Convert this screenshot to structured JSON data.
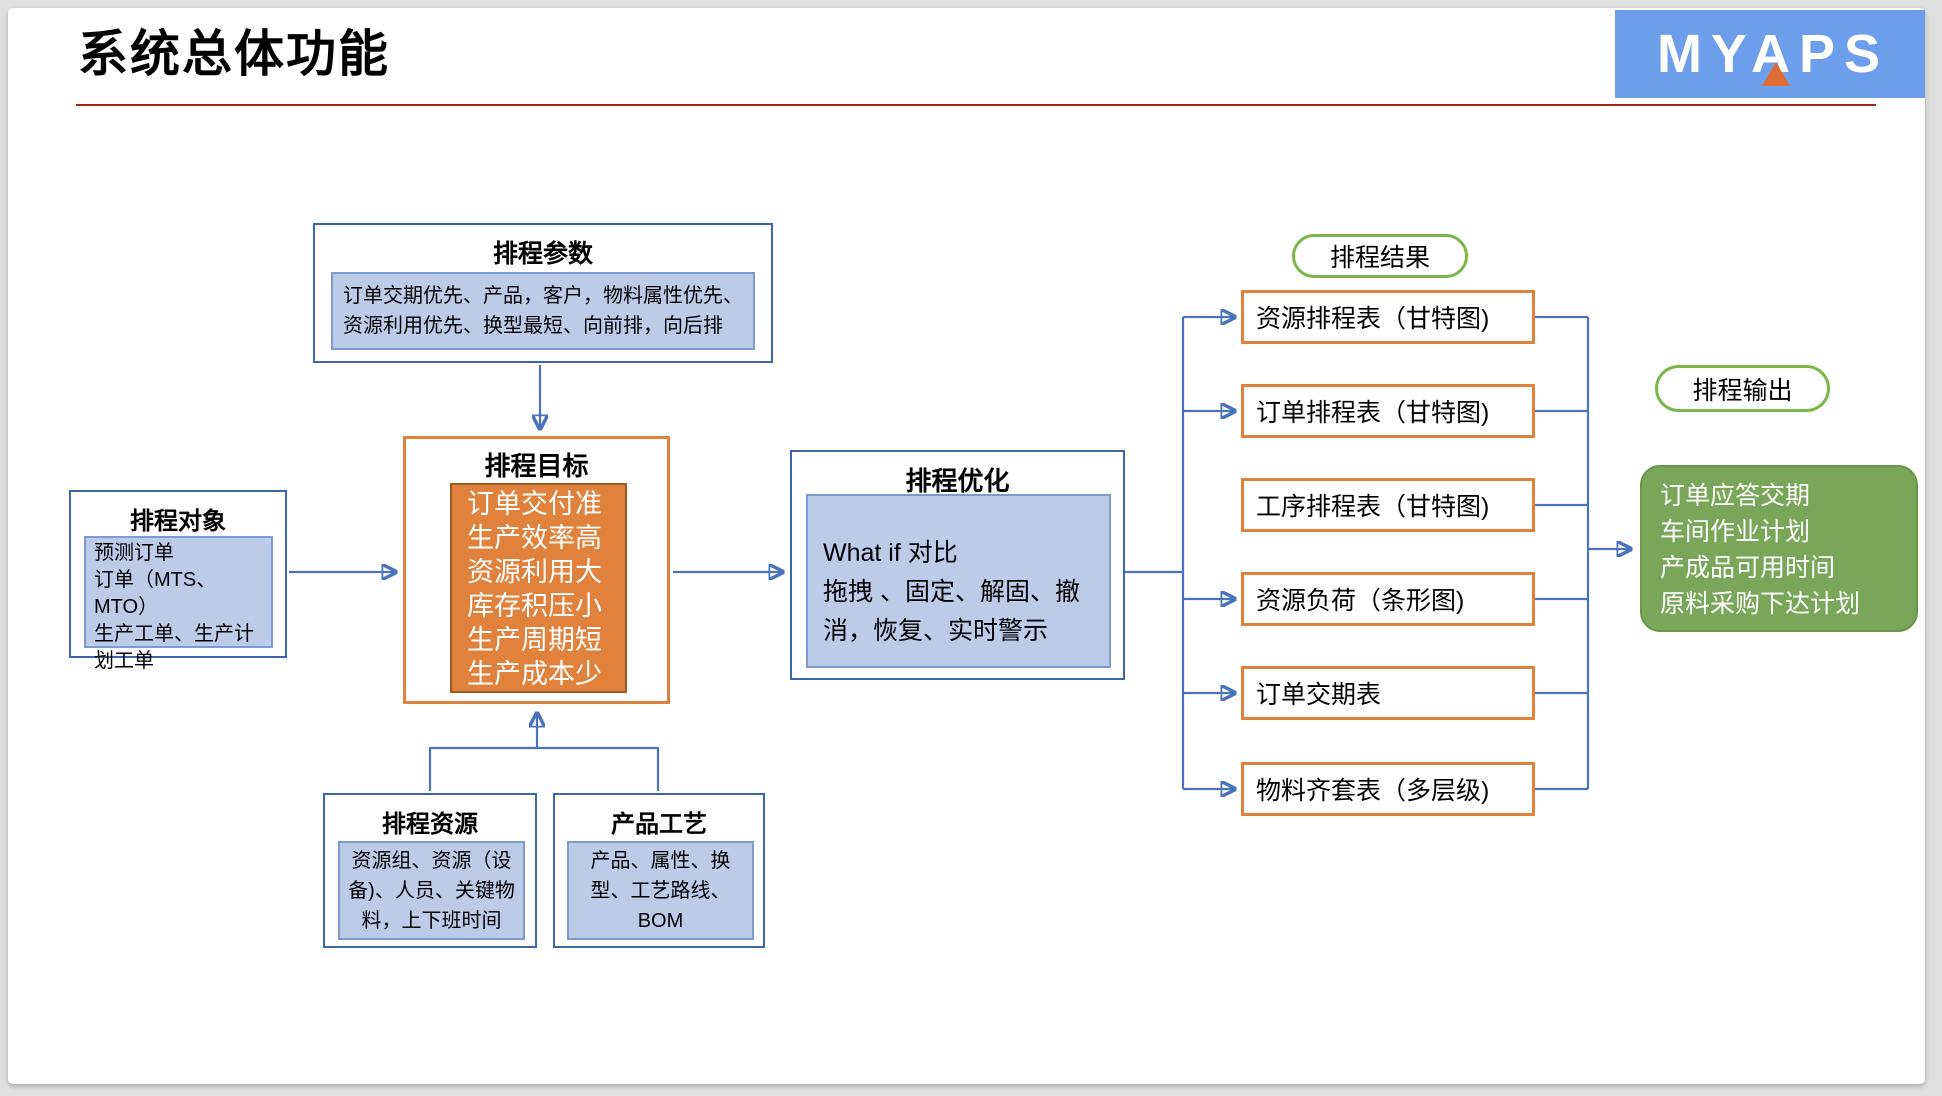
{
  "slide": {
    "title": "系统总体功能",
    "logo_text": "MYAPS"
  },
  "colors": {
    "blue_box_border": "#3a66ad",
    "light_blue_fill": "#bccce8",
    "orange_border": "#e0813c",
    "orange_fill": "#e0813c",
    "green_oval_border": "#7ab648",
    "green_box_fill": "#7aa65a",
    "connector_blue": "#4a72bd",
    "title_rule_red": "#a0281e",
    "logo_blue": "#6d9eeb",
    "logo_triangle_orange": "#e06b35"
  },
  "boxes": {
    "params": {
      "title": "排程参数",
      "body": "订单交期优先、产品，客户，物料属性优先、\n资源利用优先、换型最短、向前排，向后排"
    },
    "objects": {
      "title": "排程对象",
      "body": "预测订单\n订单（MTS、MTO）\n生产工单、生产计划工单"
    },
    "goal": {
      "title": "排程目标",
      "body": "订单交付准\n生产效率高\n资源利用大\n库存积压小\n生产周期短\n生产成本少"
    },
    "optimize": {
      "title": "排程优化",
      "body": "What if 对比\n拖拽 、固定、解固、撤消，恢复、实时警示"
    },
    "resources": {
      "title": "排程资源",
      "body": "资源组、资源（设备)、人员、关键物料，上下班时间"
    },
    "craft": {
      "title": "产品工艺",
      "body": "产品、属性、换型、工艺路线、BOM"
    }
  },
  "results": {
    "label": "排程结果",
    "items": [
      "资源排程表（甘特图)",
      "订单排程表（甘特图)",
      "工序排程表（甘特图)",
      "资源负荷（条形图)",
      "订单交期表",
      "物料齐套表（多层级)"
    ]
  },
  "output": {
    "label": "排程输出",
    "body": "订单应答交期\n车间作业计划\n产成品可用时间\n原料采购下达计划"
  }
}
